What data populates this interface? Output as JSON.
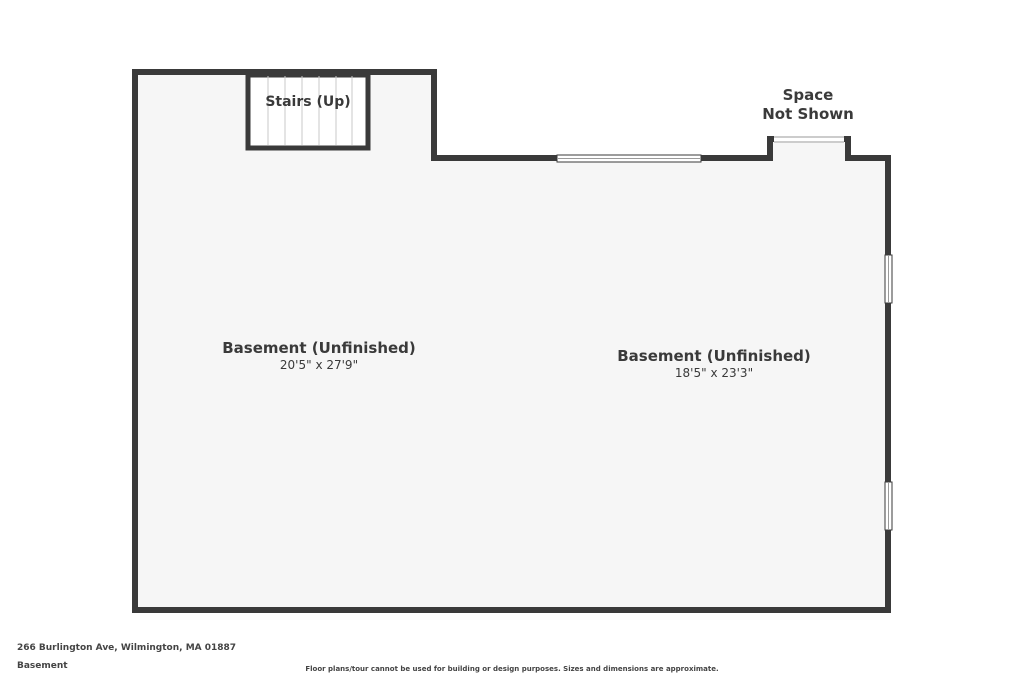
{
  "rooms": [
    {
      "name": "Basement (Unfinished)",
      "dimensions": "20'5\" x 27'9\""
    },
    {
      "name": "Basement (Unfinished)",
      "dimensions": "18'5\" x 23'3\""
    }
  ],
  "stairs": {
    "label": "Stairs (Up)"
  },
  "space_not_shown": {
    "line1": "Space",
    "line2": "Not Shown"
  },
  "footer": {
    "address": "266 Burlington Ave, Wilmington, MA 01887",
    "level": "Basement",
    "disclaimer": "Floor plans/tour cannot be used for building or design purposes. Sizes and dimensions are approximate."
  },
  "colors": {
    "wall": "#3a3a3a",
    "floor": "#f6f6f6",
    "window": "#ffffff",
    "text": "#3a3a3a"
  }
}
